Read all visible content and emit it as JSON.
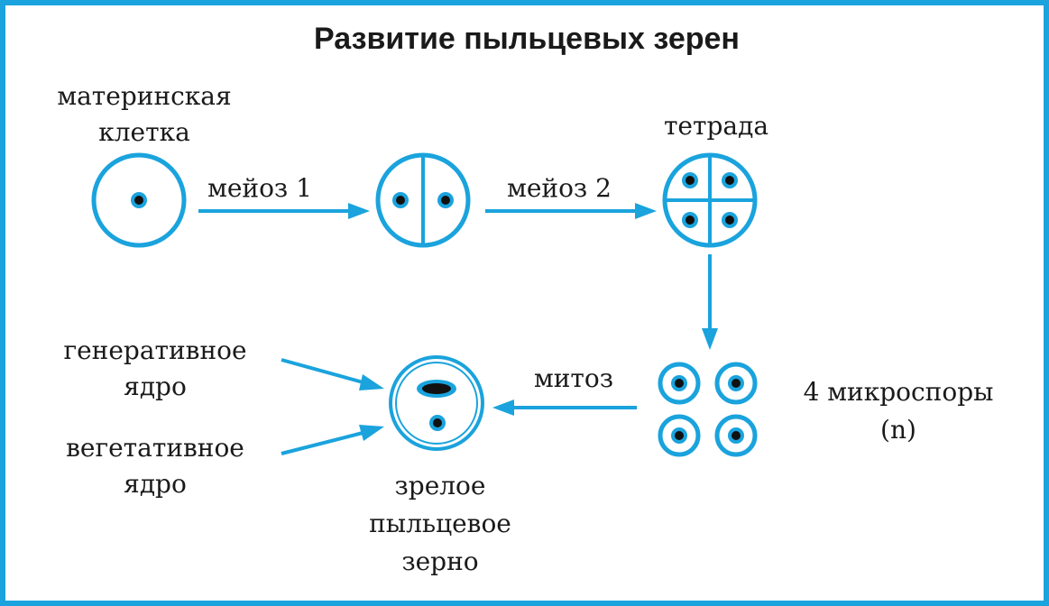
{
  "title": "Развитие пыльцевых зерен",
  "labels": {
    "mother_cell": [
      "материнская",
      "клетка"
    ],
    "meiosis1": "мейоз 1",
    "meiosis2": "мейоз 2",
    "tetrad": "тетрада",
    "microspores": [
      "4 микроспоры",
      "(n)"
    ],
    "mitosis": "митоз",
    "generative_nucleus": [
      "генеративное",
      "ядро"
    ],
    "vegetative_nucleus": [
      "вегетативное",
      "ядро"
    ],
    "mature_grain": [
      "зрелое",
      "пыльцевое",
      "зерно"
    ]
  },
  "colors": {
    "accent": "#1aa3dd",
    "nucleus": "#111111",
    "text": "#1a1a1a"
  }
}
